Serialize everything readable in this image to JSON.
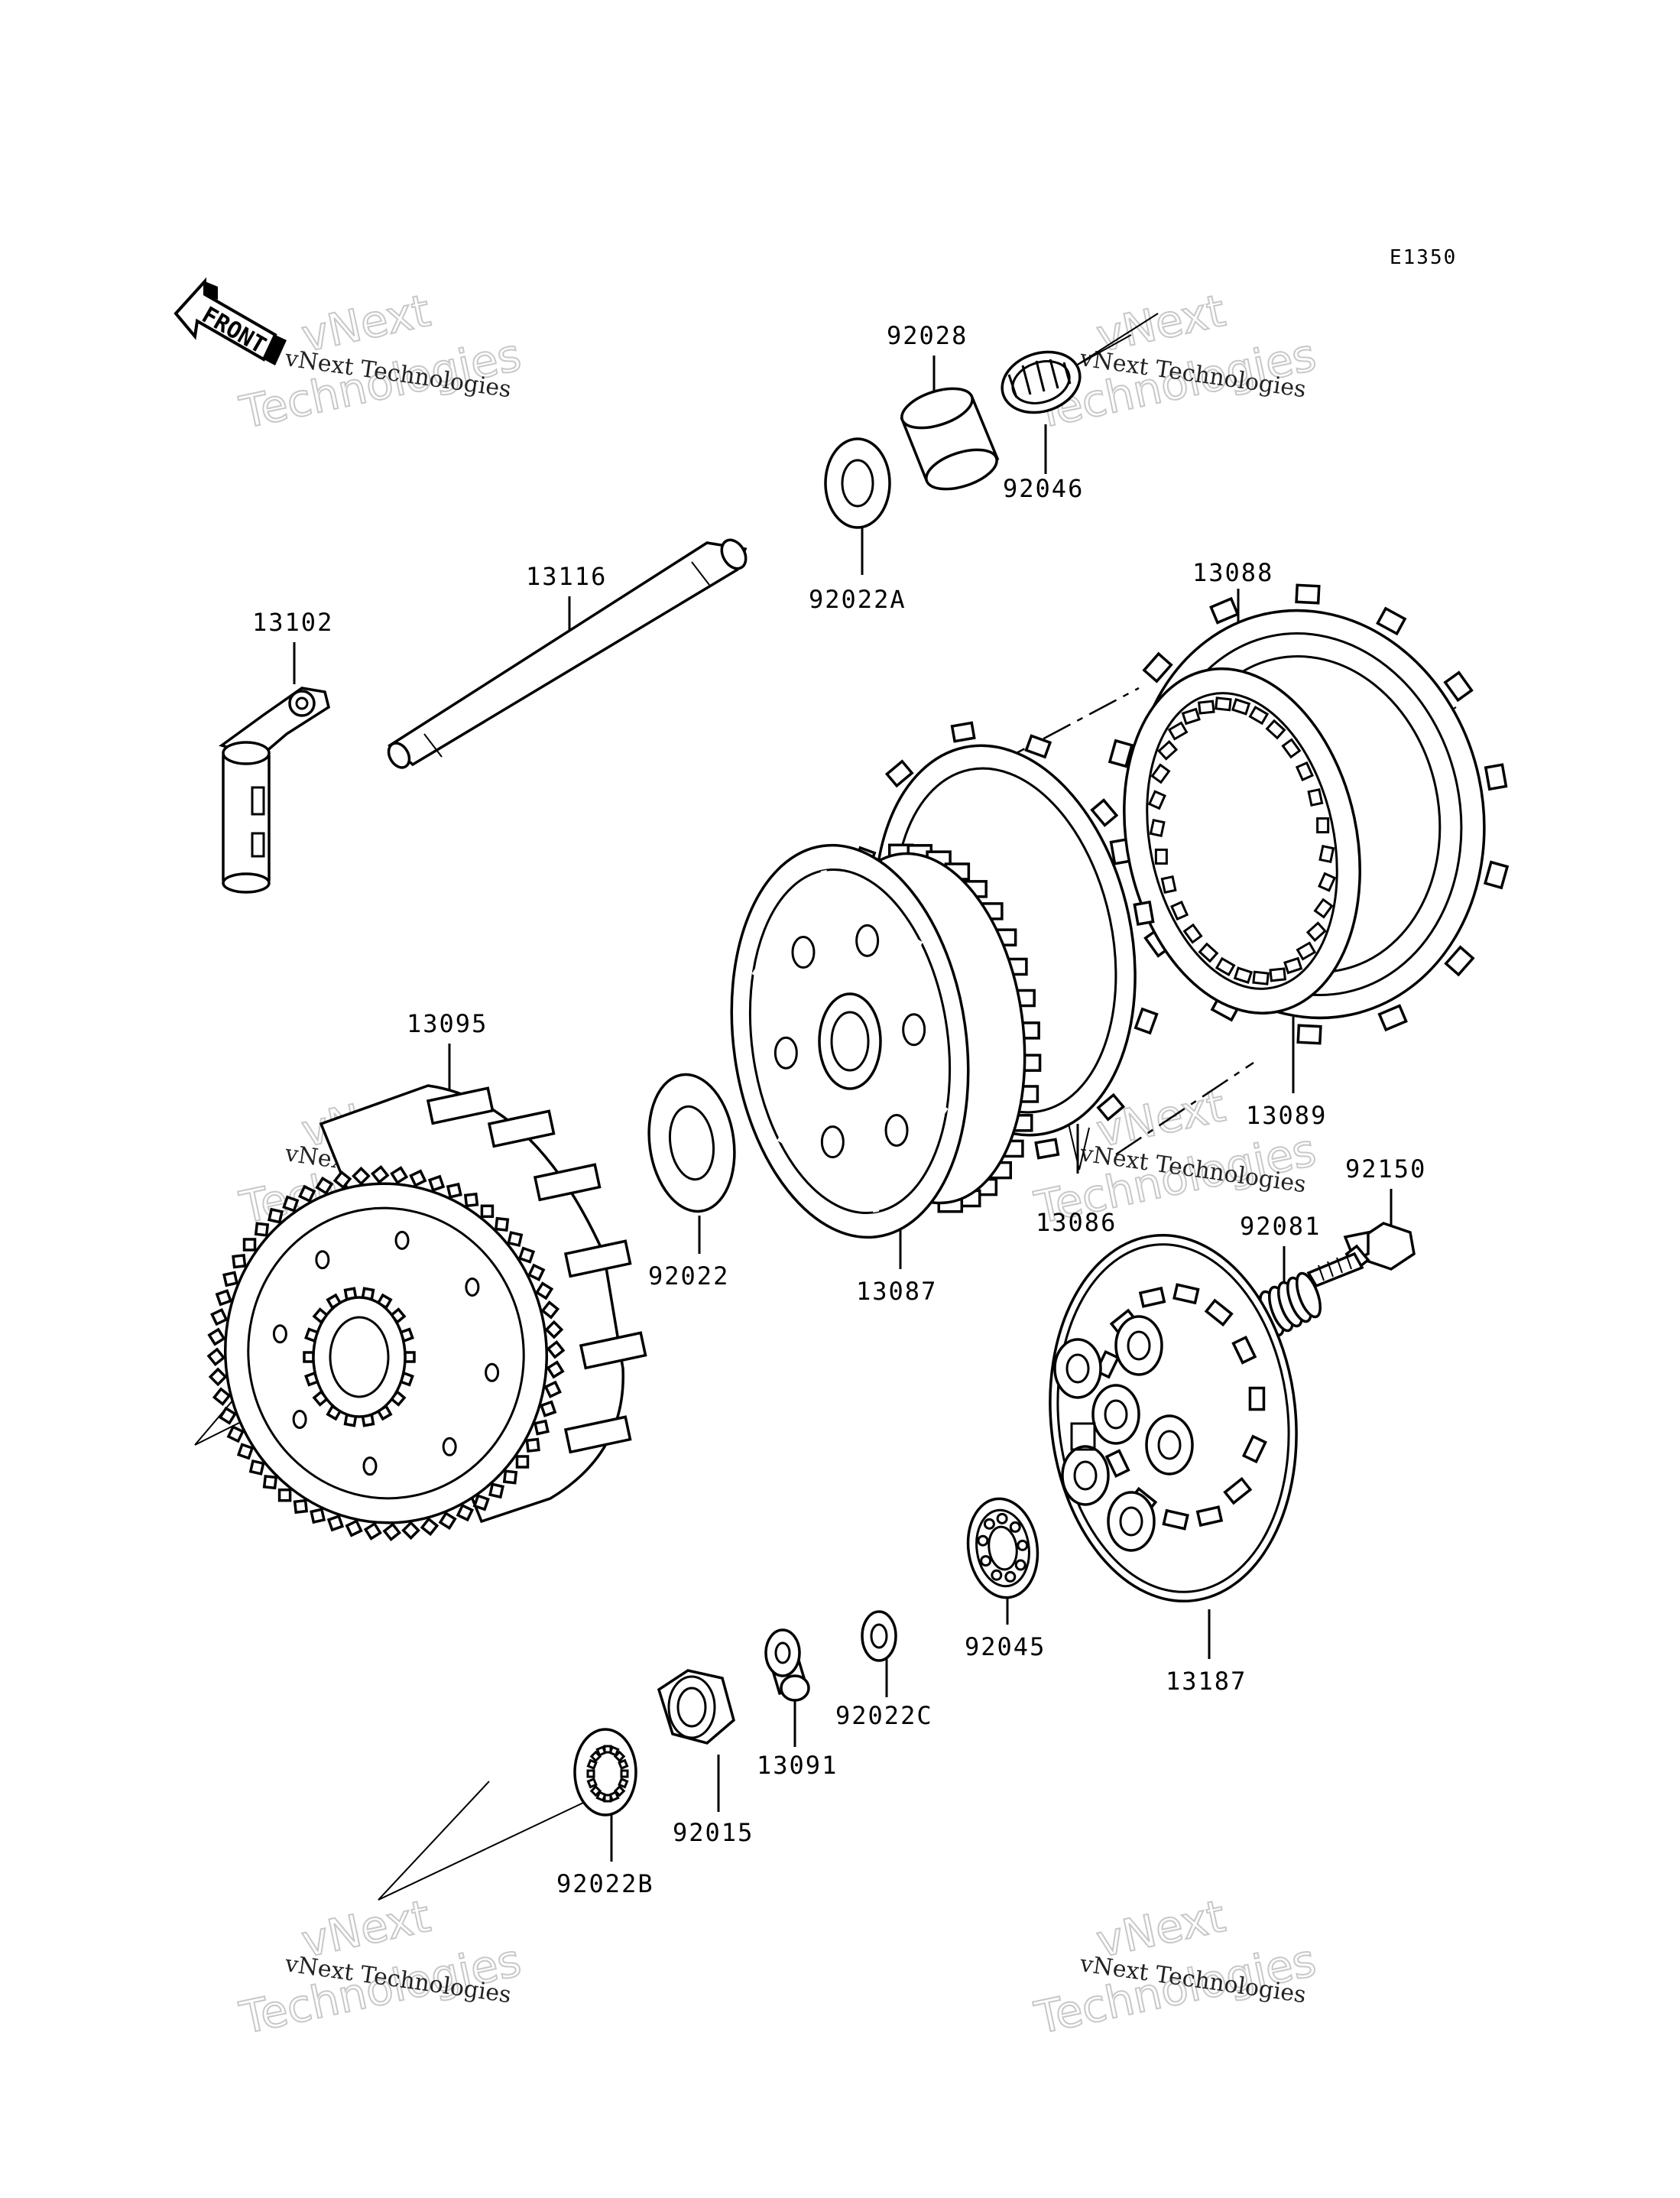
{
  "diagram_code": "E1350",
  "front_label": "FRONT",
  "watermark": {
    "company": "vNext Technologies",
    "big_line1": "vNext",
    "big_line2": "Technologies"
  },
  "parts": {
    "p13102": "13102",
    "p13116": "13116",
    "p92028": "92028",
    "p92046": "92046",
    "p92022A": "92022A",
    "p13088": "13088",
    "p13089": "13089",
    "p13095": "13095",
    "p92022": "92022",
    "p13087": "13087",
    "p13086": "13086",
    "p92150": "92150",
    "p92081": "92081",
    "p92045": "92045",
    "p13187": "13187",
    "p92022C": "92022C",
    "p13091": "13091",
    "p92015": "92015",
    "p92022B": "92022B"
  }
}
